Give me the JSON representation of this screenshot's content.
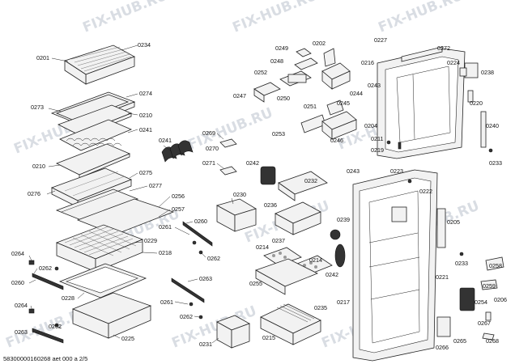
{
  "diagram": {
    "footer": "58300000160268 aet 000 a 2/5",
    "watermark": "FIX-HUB.RU",
    "labels": [
      "0201",
      "0234",
      "0273",
      "0274",
      "0210",
      "0241",
      "0210",
      "0241",
      "0275",
      "0276",
      "0277",
      "0256",
      "0257",
      "0229",
      "0218",
      "0264",
      "0262",
      "0260",
      "0228",
      "0264",
      "0262",
      "0263",
      "0225",
      "0269",
      "0270",
      "0271",
      "0230",
      "0260",
      "0261",
      "0262",
      "0263",
      "0261",
      "0262",
      "0231",
      "0249",
      "0202",
      "0248",
      "0252",
      "0247",
      "0250",
      "0251",
      "0244",
      "0245",
      "0253",
      "0246",
      "0242",
      "0232",
      "0236",
      "0237",
      "0214",
      "0214",
      "0255",
      "0242",
      "0239",
      "0235",
      "0215",
      "0227",
      "0272",
      "0216",
      "0224",
      "0238",
      "0243",
      "0220",
      "0204",
      "0211",
      "0219",
      "0240",
      "0233",
      "0243",
      "0223",
      "0222",
      "0205",
      "0233",
      "0221",
      "0217",
      "0258",
      "0259",
      "0254",
      "0206",
      "0267",
      "0265",
      "0268",
      "0266"
    ]
  }
}
